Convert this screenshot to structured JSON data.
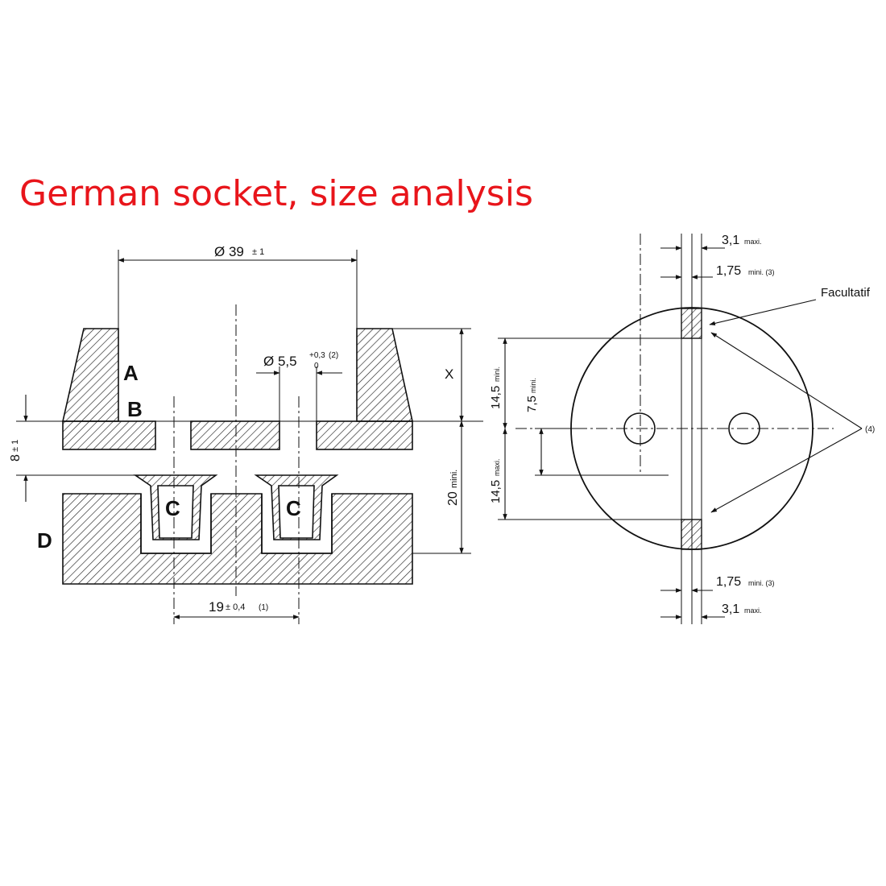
{
  "title": "German socket, size analysis",
  "accent_color": "#e8151b",
  "section_view": {
    "labels": {
      "a": "A",
      "b": "B",
      "c": "C",
      "d": "D"
    },
    "dims": {
      "diameter_39": "Ø 39",
      "diameter_39_tol": "± 1",
      "diameter_5_5": "Ø 5,5",
      "diameter_5_5_tol_upper": "+0,3",
      "diameter_5_5_tol_lower": "0",
      "diameter_5_5_note": "(2)",
      "x": "X",
      "eight": "8",
      "eight_tol": "± 1",
      "twenty": "20",
      "twenty_suffix": "mini.",
      "nineteen": "19",
      "nineteen_tol": "± 0,4",
      "nineteen_note": "(1)"
    }
  },
  "face_view": {
    "facultatif": "Facultatif",
    "note_4": "(4)",
    "top_3_1": "3,1",
    "top_3_1_suffix": "maxi.",
    "top_1_75": "1,75",
    "top_1_75_suffix": "mini. (3)",
    "bottom_1_75": "1,75",
    "bottom_1_75_suffix": "mini. (3)",
    "bottom_3_1": "3,1",
    "bottom_3_1_suffix": "maxi.",
    "upper_14_5": "14,5",
    "upper_14_5_suffix": "mini.",
    "lower_14_5": "14,5",
    "lower_14_5_suffix": "maxi.",
    "seven_5": "7,5",
    "seven_5_suffix": "mini."
  }
}
